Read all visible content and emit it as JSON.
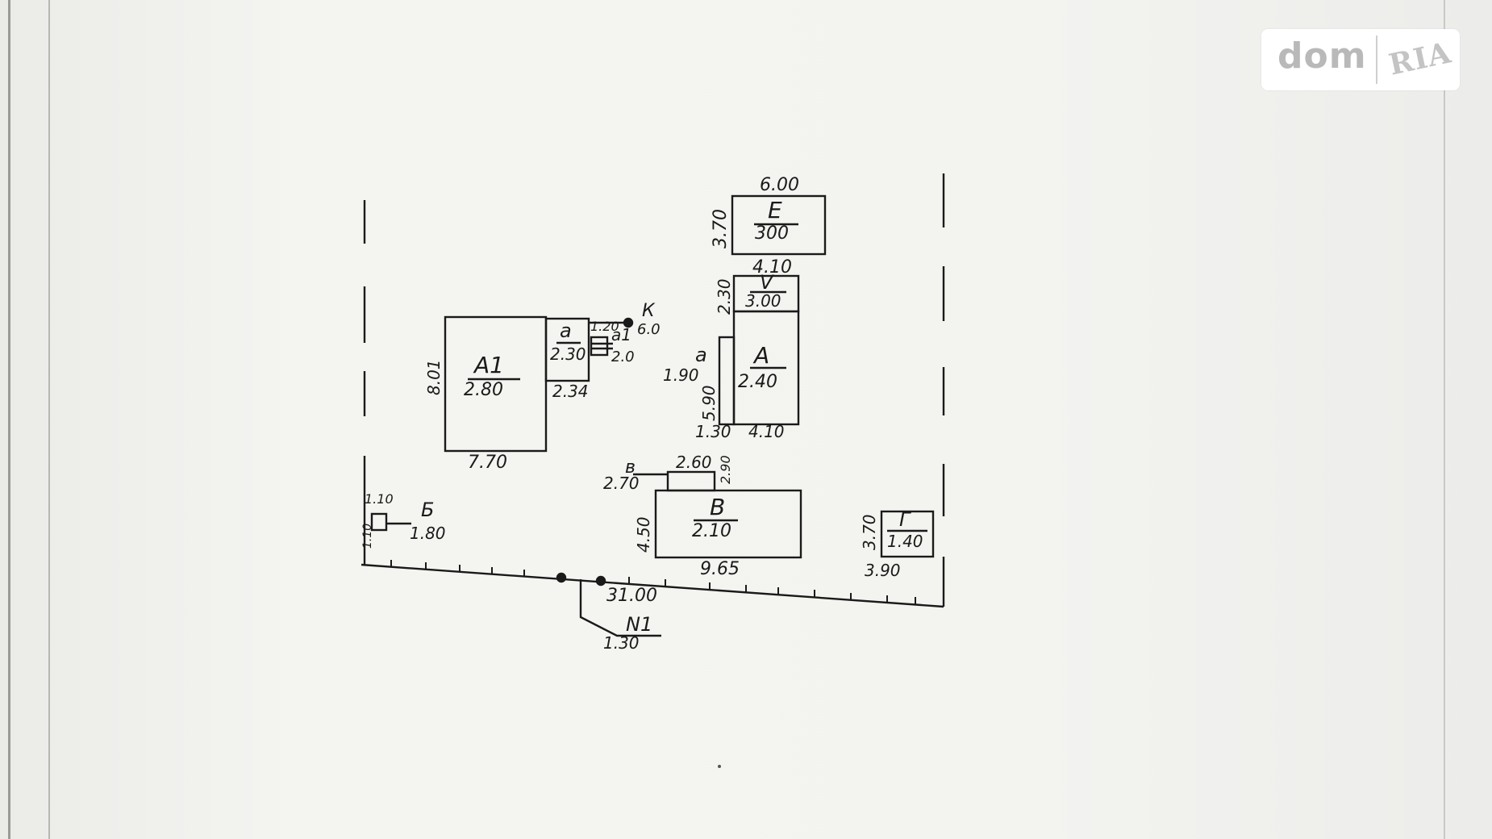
{
  "watermark": {
    "brand_left": "dom",
    "brand_right": "RIA"
  },
  "plan": {
    "buildings": {
      "E": {
        "letter": "Е",
        "height": "300",
        "top": "6.00",
        "side": "3.70"
      },
      "V_small": {
        "letter": "V",
        "height": "3.00",
        "side": "2.30",
        "below": "4.10"
      },
      "A": {
        "letter": "А",
        "height": "2.40",
        "bottom": "4.10"
      },
      "a": {
        "letter": "а",
        "dim1": "1.90",
        "dim2": "5.90",
        "bottom": "1.30"
      },
      "A1": {
        "letter": "А1",
        "height": "2.80",
        "side": "8.01",
        "bottom": "7.70"
      },
      "a_small": {
        "letter": "а",
        "height": "2.30",
        "bottom": "2.34"
      },
      "a1": {
        "letter": "а1",
        "dim1": "1.20",
        "dim2": "2.0"
      },
      "K": {
        "letter": "К",
        "value": "6.0"
      },
      "B": {
        "letter": "В",
        "height": "2.10",
        "side": "4.50",
        "bottom": "9.65"
      },
      "b": {
        "letter": "в",
        "top": "2.60",
        "side": "2.90",
        "left": "2.70"
      },
      "G": {
        "letter": "Г",
        "height": "1.40",
        "side": "3.70",
        "bottom": "3.90"
      },
      "Bsmall": {
        "letter": "Б",
        "value": "1.80",
        "top": "1.10",
        "side": "1.10"
      }
    },
    "fence": {
      "length": "31.00"
    },
    "marker": {
      "label": "N1",
      "value": "1.30"
    }
  }
}
